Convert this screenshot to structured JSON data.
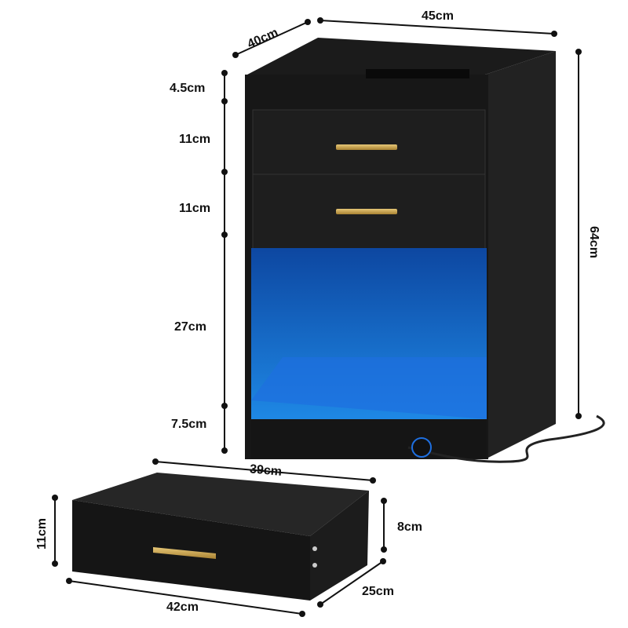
{
  "dimensions": {
    "depth_top": "40cm",
    "width_top": "45cm",
    "top_ledge": "4.5cm",
    "drawer1": "11cm",
    "drawer2": "11cm",
    "open_shelf": "27cm",
    "base": "7.5cm",
    "total_height": "64cm",
    "drawer_depth": "39cm",
    "drawer_height": "11cm",
    "drawer_inner_height": "8cm",
    "drawer_width": "42cm",
    "drawer_inner_width": "25cm"
  },
  "colors": {
    "cabinet": "#1a1a1a",
    "led_glow": "#1565d8",
    "handle": "#c9a34a"
  }
}
